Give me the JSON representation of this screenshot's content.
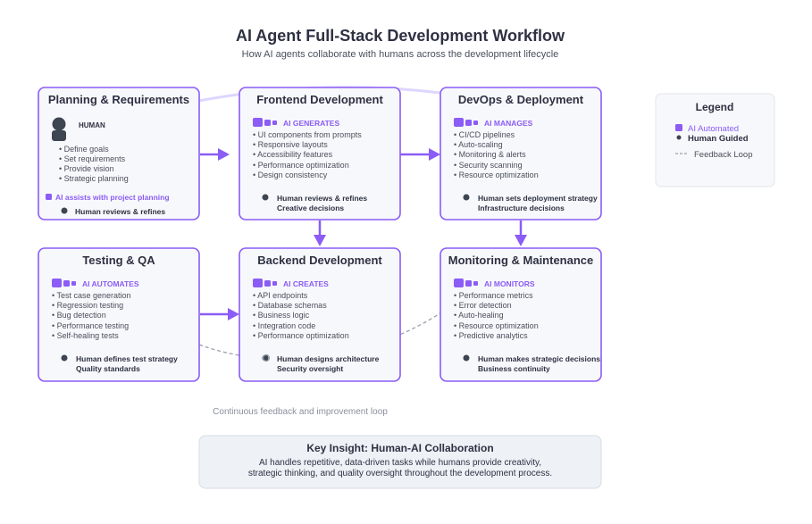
{
  "header": {
    "title": "AI Agent Full-Stack Development Workflow",
    "subtitle": "How AI agents collaborate with humans across the development lifecycle"
  },
  "stages": {
    "planning": {
      "title": "Planning & Requirements",
      "role_label": "HUMAN",
      "items": [
        "• Define goals",
        "• Set requirements",
        "• Provide vision",
        "• Strategic planning"
      ],
      "ai_note": "AI assists with project planning",
      "human_note": "Human reviews & refines"
    },
    "frontend": {
      "title": "Frontend Development",
      "role_label": "AI GENERATES",
      "items": [
        "• UI components from prompts",
        "• Responsive layouts",
        "• Accessibility features",
        "• Performance optimization",
        "• Design consistency"
      ],
      "human_note": [
        "Human reviews & refines",
        "Creative decisions"
      ]
    },
    "devops": {
      "title": "DevOps & Deployment",
      "role_label": "AI MANAGES",
      "items": [
        "• CI/CD pipelines",
        "• Auto-scaling",
        "• Monitoring & alerts",
        "• Security scanning",
        "• Resource optimization"
      ],
      "human_note": [
        "Human sets deployment strategy",
        "Infrastructure decisions"
      ]
    },
    "testing": {
      "title": "Testing & QA",
      "role_label": "AI AUTOMATES",
      "items": [
        "• Test case generation",
        "• Regression testing",
        "• Bug detection",
        "• Performance testing",
        "• Self-healing tests"
      ],
      "human_note": [
        "Human defines test strategy",
        "Quality standards"
      ]
    },
    "backend": {
      "title": "Backend Development",
      "role_label": "AI CREATES",
      "items": [
        "• API endpoints",
        "• Database schemas",
        "• Business logic",
        "• Integration code",
        "• Performance optimization"
      ],
      "human_note": [
        "Human designs architecture",
        "Security oversight"
      ]
    },
    "monitoring": {
      "title": "Monitoring & Maintenance",
      "role_label": "AI MONITORS",
      "items": [
        "• Performance metrics",
        "• Error detection",
        "• Auto-healing",
        "• Resource optimization",
        "• Predictive analytics"
      ],
      "human_note": [
        "Human makes strategic decisions",
        "Business continuity"
      ]
    }
  },
  "legend": {
    "title": "Legend",
    "ai": "AI Automated",
    "human": "Human Guided",
    "loop": "Feedback Loop"
  },
  "feedback_label": "Continuous feedback and improvement loop",
  "insight": {
    "title": "Key Insight: Human-AI Collaboration",
    "line1": "AI handles repetitive, data-driven tasks while humans provide creativity,",
    "line2": "strategic thinking, and quality oversight throughout the development process."
  },
  "colors": {
    "accent": "#8b5cf6",
    "human": "#3d4452",
    "box_fill": "#f7f8fb"
  }
}
